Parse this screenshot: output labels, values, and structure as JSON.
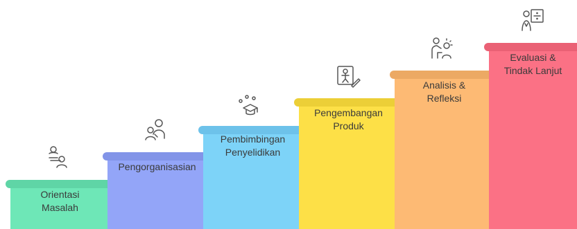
{
  "steps": [
    {
      "label_lines": [
        "Orientasi",
        "Masalah"
      ],
      "color": "#6EE7B7",
      "icon": "teacher-student-icon"
    },
    {
      "label_lines": [
        "Pengorganisasian"
      ],
      "color": "#93A5F8",
      "icon": "group-people-icon"
    },
    {
      "label_lines": [
        "Pembimbingan",
        "Penyelidikan"
      ],
      "color": "#7DD3F8",
      "icon": "graduation-cap-icon"
    },
    {
      "label_lines": [
        "Pengembangan",
        "Produk"
      ],
      "color": "#FDE047",
      "icon": "drawing-board-icon"
    },
    {
      "label_lines": [
        "Analisis &",
        "Refleksi"
      ],
      "color": "#FDBA74",
      "icon": "mentoring-icon"
    },
    {
      "label_lines": [
        "Evaluasi &",
        "Tindak Lanjut"
      ],
      "color": "#FB7185",
      "icon": "teacher-board-icon"
    }
  ]
}
